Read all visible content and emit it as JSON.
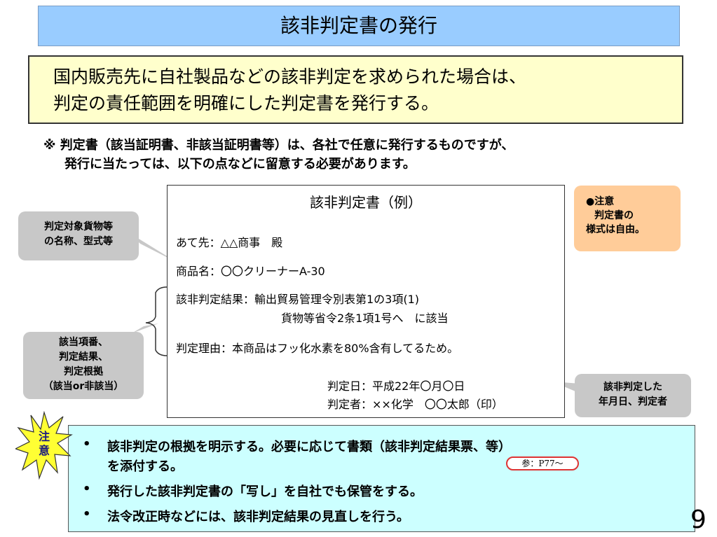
{
  "title": "該非判定書の発行",
  "summary": {
    "line1": "国内販売先に自社製品などの該非判定を求められた場合は、",
    "line2": "判定の責任範囲を明確にした判定書を発行する。"
  },
  "note": {
    "line1": "※ 判定書（該当証明書、非該当証明書等）は、各社で任意に発行するものですが、",
    "line2": "発行に当たっては、以下の点などに留意する必要があります。"
  },
  "document_example": {
    "title": "該非判定書（例）",
    "addressee": "あて先：△△商事　殿",
    "product": "商品名：〇〇クリーナーA-30",
    "result_line1": "該非判定結果：輸出貿易管理令別表第1の3項(1)",
    "result_line2": "貨物等省令2条1項1号へ　に該当",
    "reason": "判定理由：本商品はフッ化水素を80%含有してるため。",
    "date": "判定日：平成22年〇月〇日",
    "judge": "判定者：××化学　〇〇太郎（印）"
  },
  "callouts": {
    "target_line1": "判定対象貨物等",
    "target_line2": "の名称、型式等",
    "item_line1": "該当項番、",
    "item_line2": "判定結果、",
    "item_line3": "判定根拠",
    "item_line4": "（該当or非該当）",
    "date_line1": "該非判定した",
    "date_line2": "年月日、判定者",
    "attention_line1": "●注意",
    "attention_line2": "判定書の",
    "attention_line3": "様式は自由。"
  },
  "caution": {
    "badge_line1": "注",
    "badge_line2": "意",
    "bullet_symbol": "•",
    "item1_line1": "該非判定の根拠を明示する。必要に応じて書類（該非判定結果票、等）",
    "item1_line2": "を添付する。",
    "reference": "参：P77〜",
    "item2": "発行した該非判定書の「写し」を自社でも保管をする。",
    "item3": "法令改正時などには、該非判定結果の見直しを行う。"
  },
  "page_number": "9",
  "colors": {
    "title_bg": "#99ccff",
    "summary_bg": "#ffffcc",
    "caution_bg": "#ccffff",
    "callout_gray": "#c8c8c8",
    "callout_orange": "#ffcc99",
    "star_yellow": "#ffff33"
  }
}
